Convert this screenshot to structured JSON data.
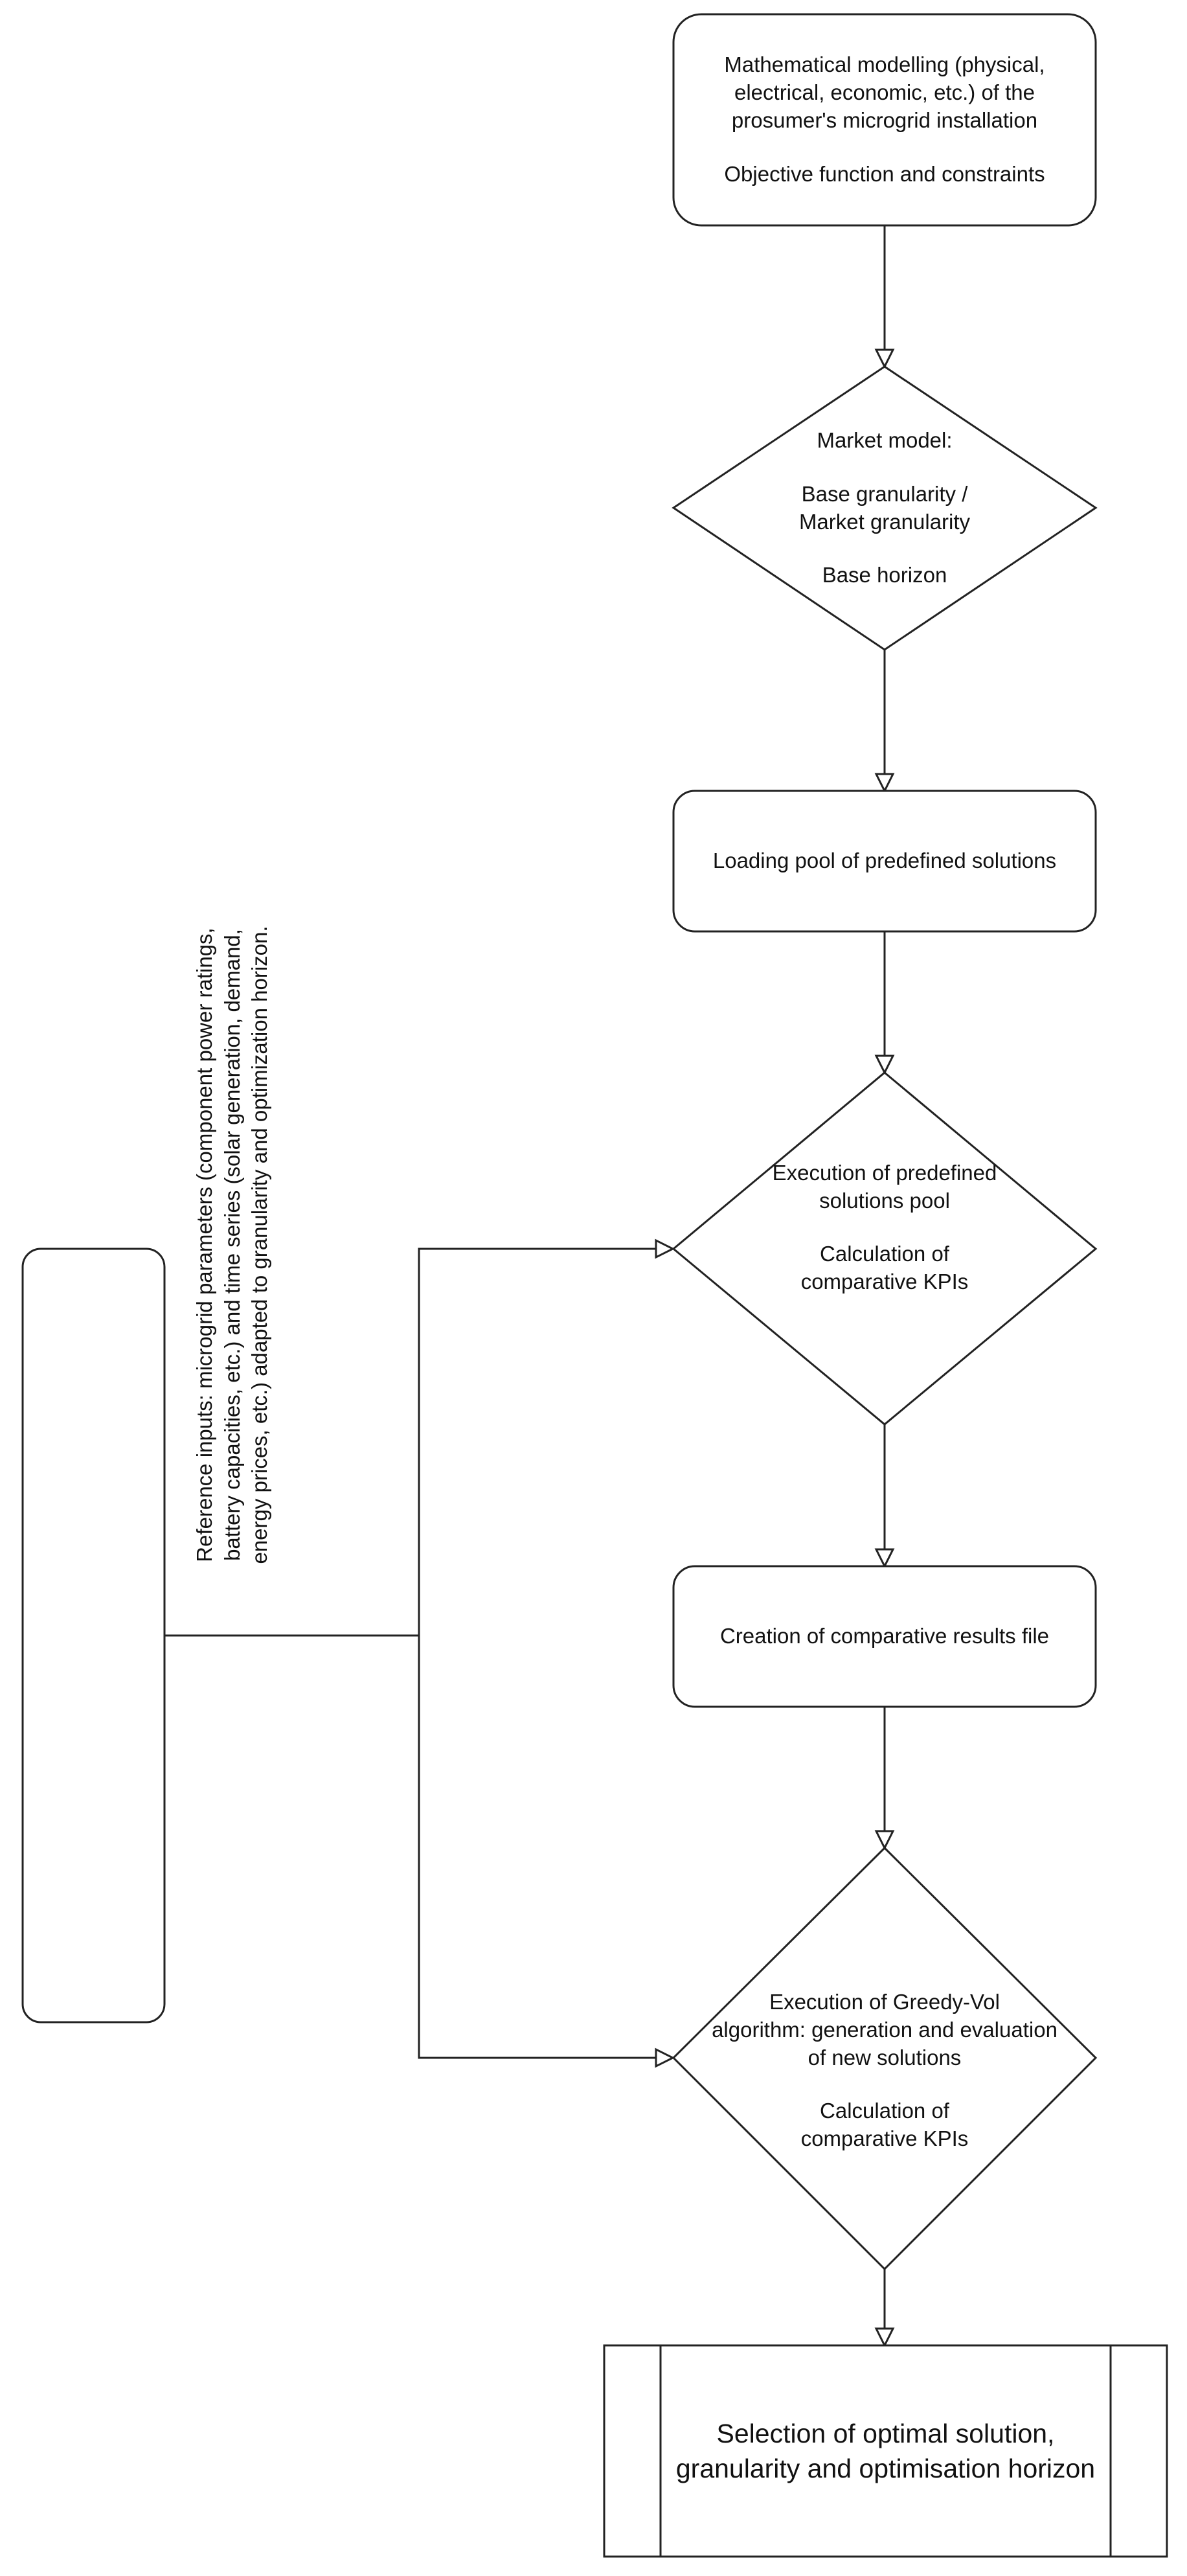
{
  "nodes": {
    "modelling": {
      "lines": [
        "Mathematical modelling (physical,",
        "electrical, economic, etc.) of the",
        "prosumer's microgrid installation"
      ],
      "line2": "Objective function and constraints"
    },
    "market": {
      "title": "Market model:",
      "lines": [
        "Base granularity /",
        "Market granularity"
      ],
      "line3": "Base horizon"
    },
    "loading": {
      "label": "Loading pool of predefined solutions"
    },
    "execution_pool": {
      "lines": [
        "Execution of predefined",
        "solutions pool"
      ],
      "kpi_lines": [
        "Calculation of",
        "comparative KPIs"
      ]
    },
    "creation": {
      "label": "Creation of comparative results file"
    },
    "greedy": {
      "lines": [
        "Execution of Greedy-Vol",
        "algorithm: generation and evaluation",
        "of new solutions"
      ],
      "kpi_lines": [
        "Calculation of",
        "comparative KPIs"
      ]
    },
    "selection": {
      "lines": [
        "Selection of optimal solution,",
        "granularity and optimisation horizon"
      ]
    },
    "reference": {
      "lines": [
        "Reference inputs: microgrid parameters (component power ratings,",
        "battery capacities, etc.) and time series (solar generation, demand,",
        "energy prices, etc.) adapted to granularity and optimization horizon."
      ]
    }
  },
  "colors": {
    "stroke": "#222222",
    "fill": "#ffffff",
    "text": "#111111"
  }
}
